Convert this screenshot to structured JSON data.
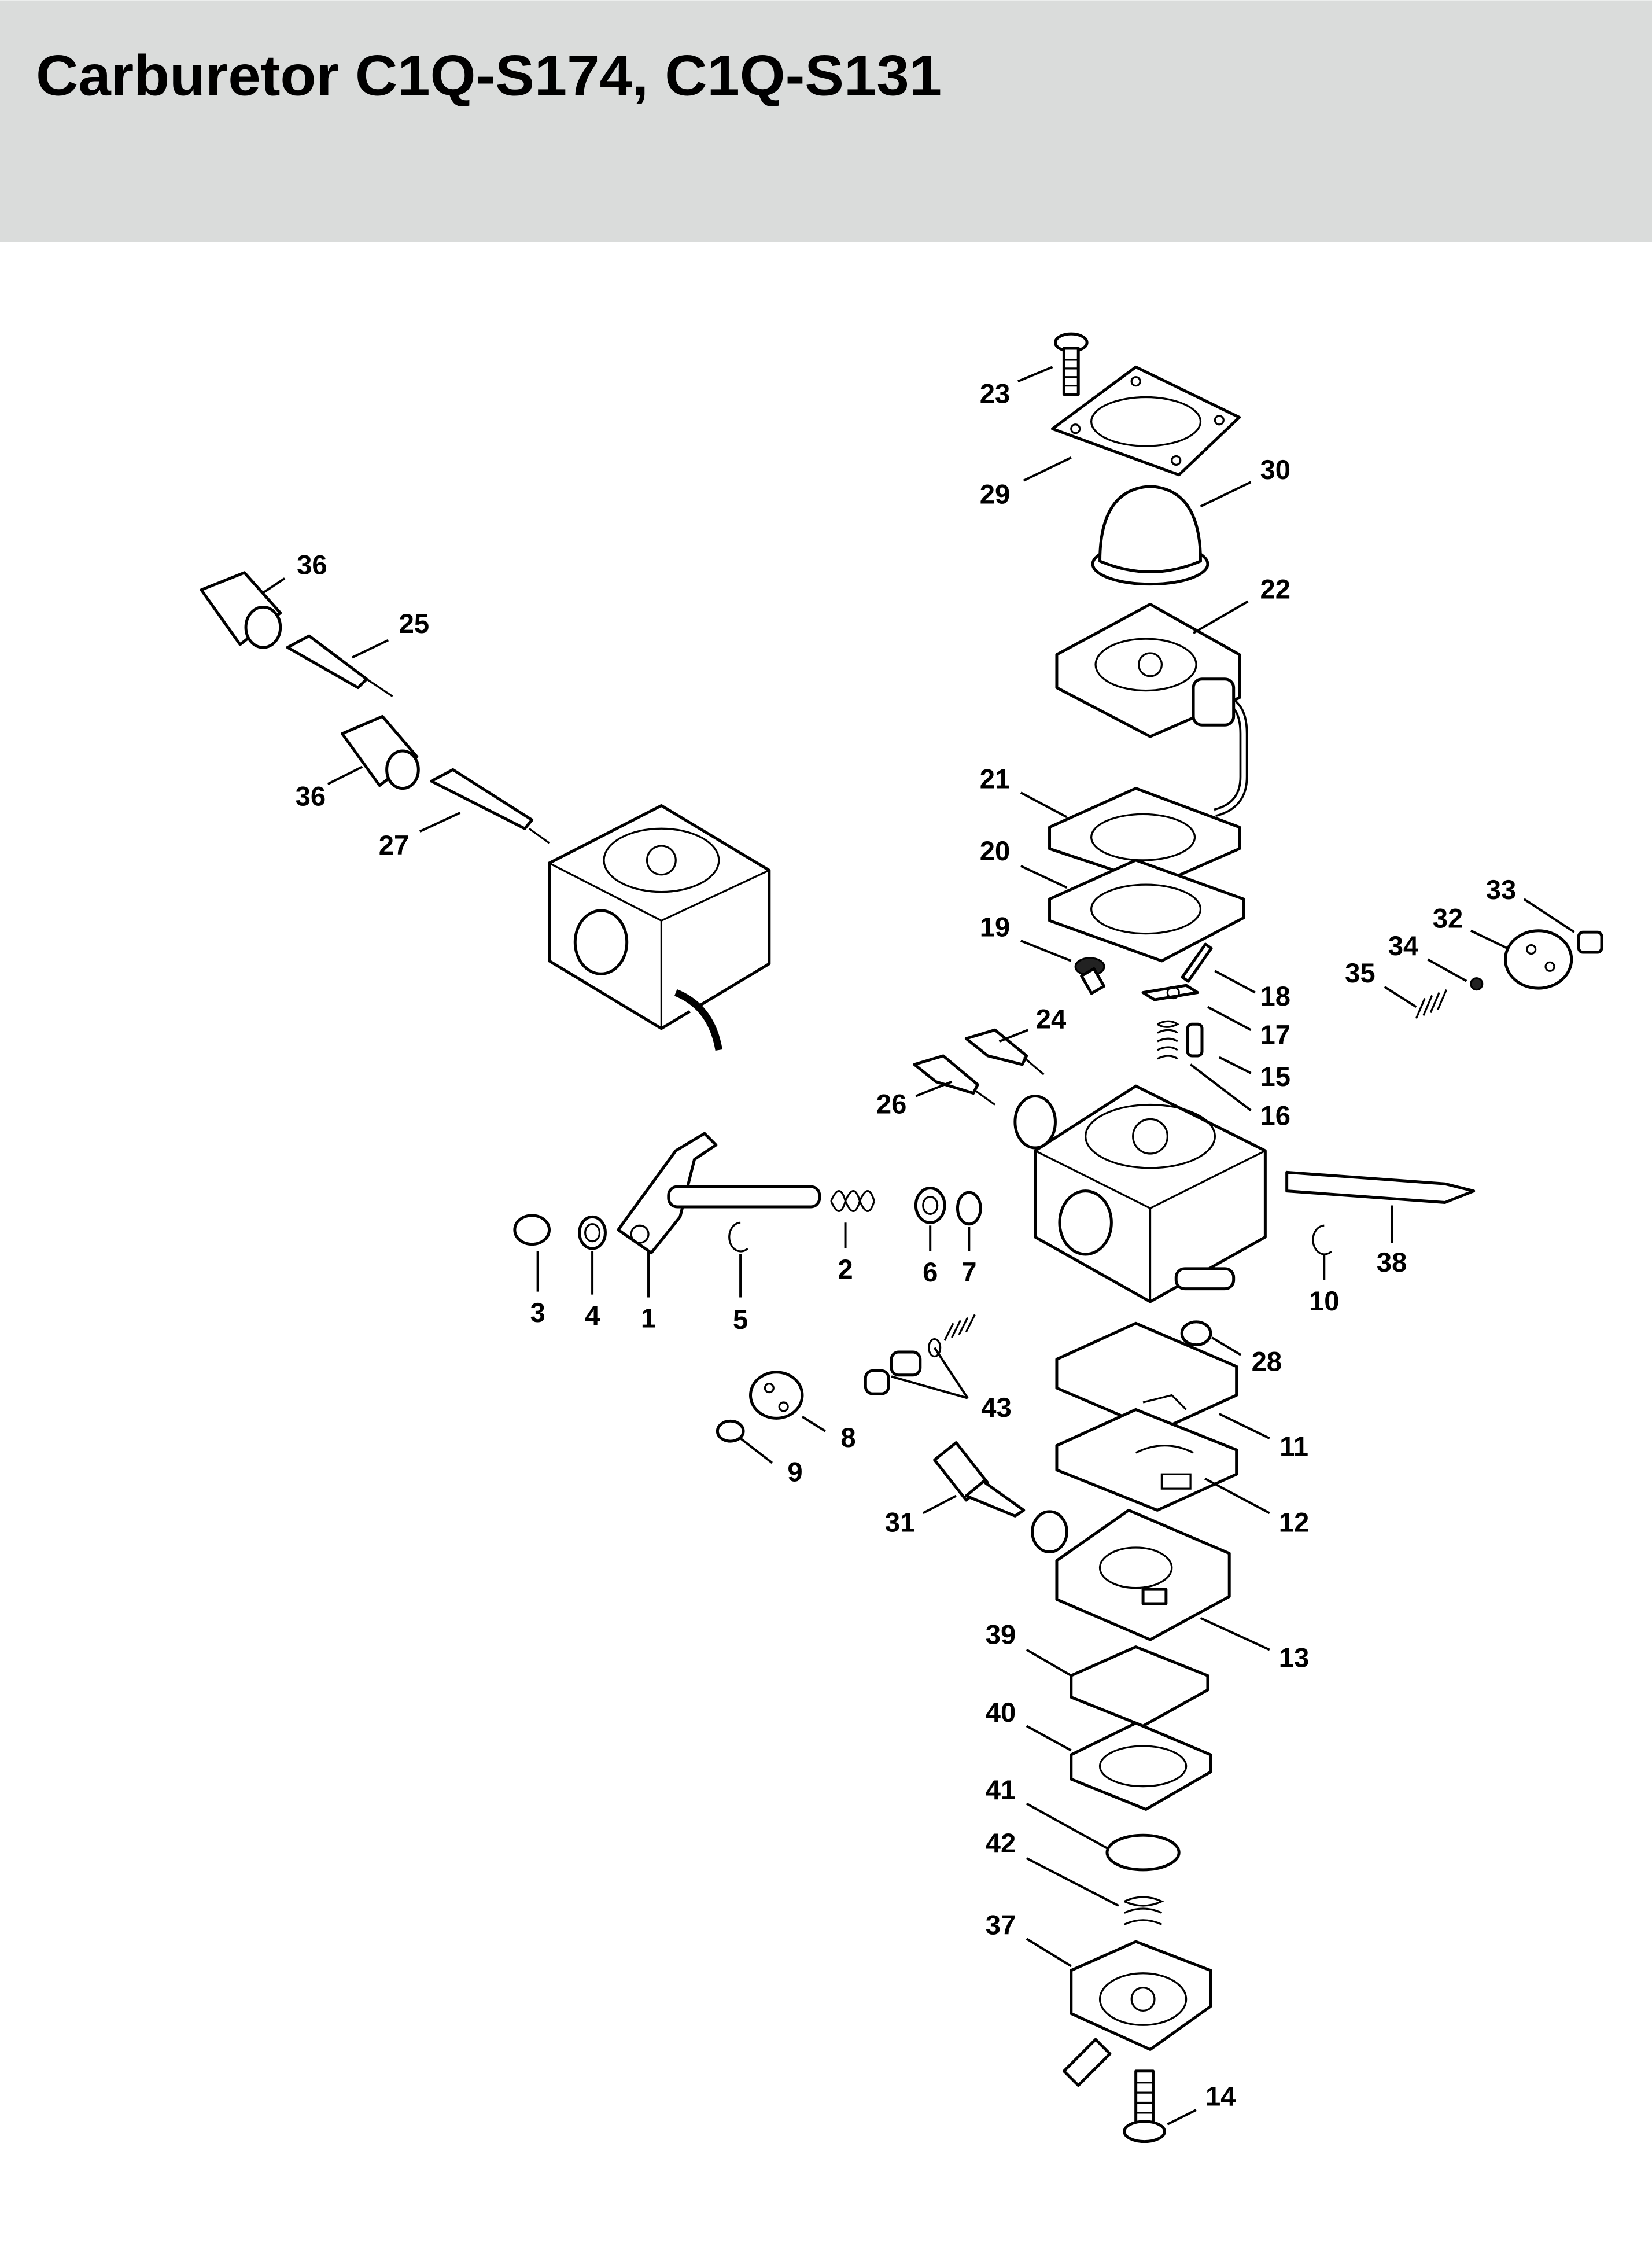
{
  "header": {
    "title": "Carburetor C1Q-S174, C1Q-S131",
    "background_color": "#dadcdb"
  },
  "callouts": [
    "23",
    "29",
    "30",
    "22",
    "36",
    "25",
    "36",
    "27",
    "21",
    "20",
    "19",
    "33",
    "32",
    "34",
    "35",
    "18",
    "17",
    "15",
    "16",
    "24",
    "26",
    "38",
    "10",
    "3",
    "4",
    "1",
    "5",
    "2",
    "6",
    "7",
    "28",
    "43",
    "8",
    "9",
    "11",
    "12",
    "31",
    "13",
    "39",
    "40",
    "41",
    "42",
    "37",
    "14"
  ]
}
